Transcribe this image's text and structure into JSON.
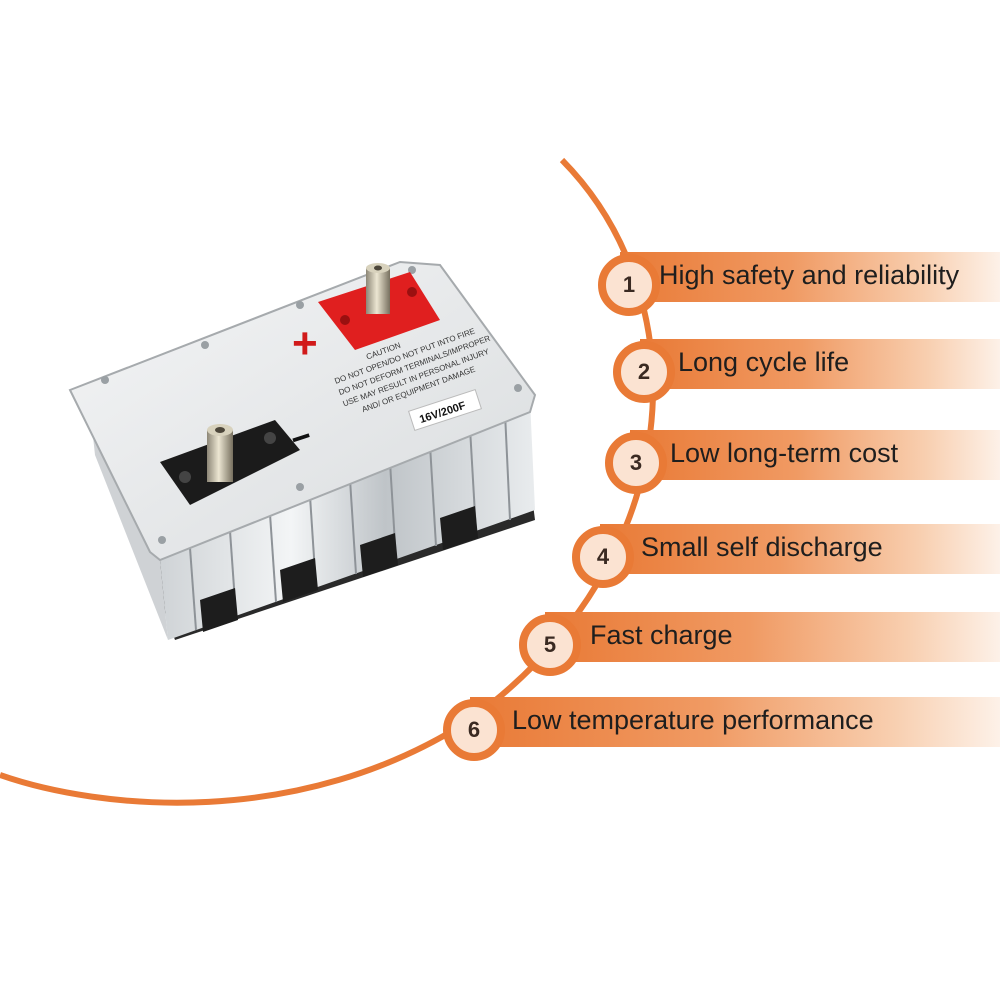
{
  "colors": {
    "accent": "#e97a36",
    "badge_fill": "#fbe3d2",
    "text": "#1e1e1e"
  },
  "product": {
    "positive_symbol": "+",
    "negative_symbol": "−",
    "caution_title": "CAUTION",
    "caution_lines": [
      "DO NOT OPEN/DO NOT PUT INTO FIRE",
      "DO NOT DEFORM TERMINALS/IMPROPER",
      "USE MAY RESULT IN PERSONAL INJURY",
      "AND/ OR EQUIPMENT DAMAGE"
    ],
    "rating_label": "16V/200F"
  },
  "features": [
    {
      "number": "1",
      "label": "High safety and reliability"
    },
    {
      "number": "2",
      "label": "Long cycle life"
    },
    {
      "number": "3",
      "label": "Low long-term cost"
    },
    {
      "number": "4",
      "label": "Small self discharge"
    },
    {
      "number": "5",
      "label": "Fast charge"
    },
    {
      "number": "6",
      "label": "Low temperature performance"
    }
  ]
}
